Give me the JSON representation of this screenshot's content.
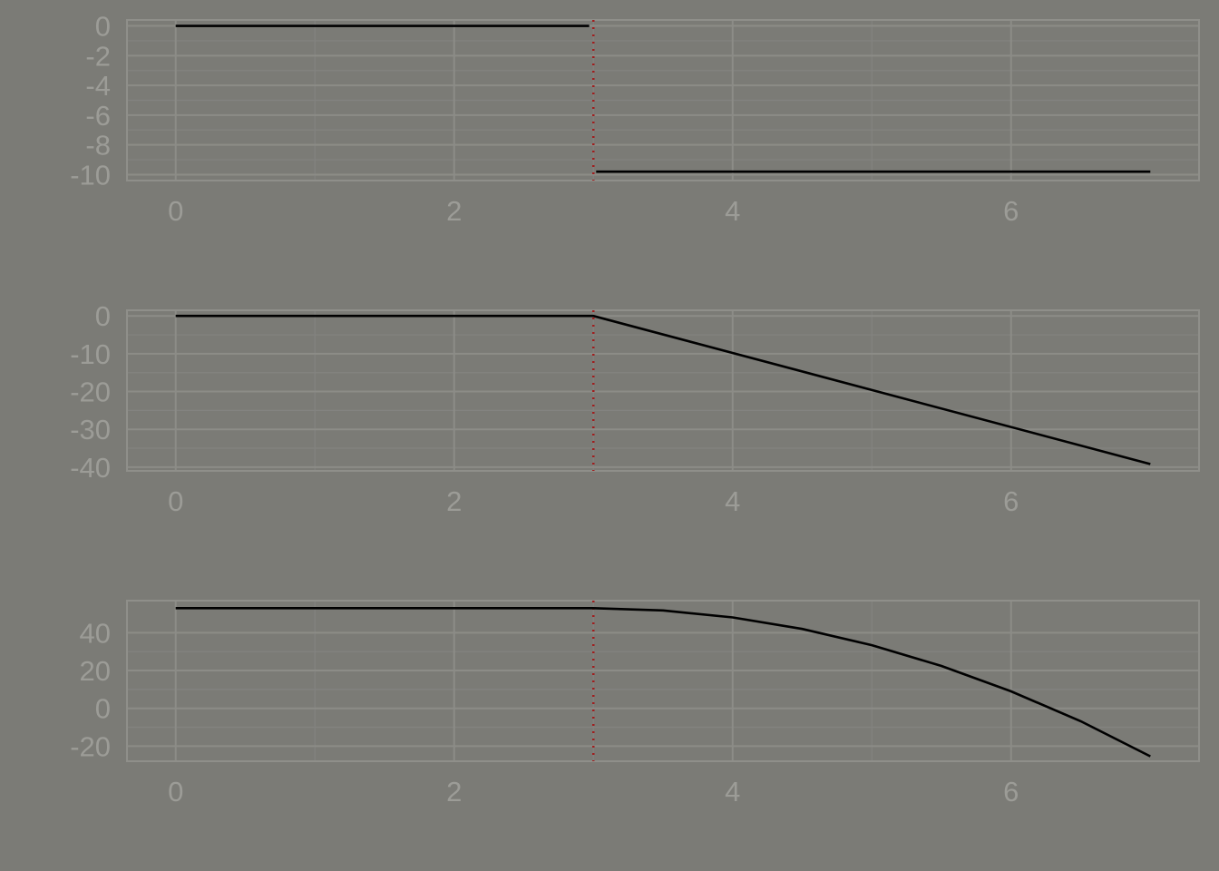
{
  "chart_data": [
    {
      "type": "line",
      "title": "",
      "xlabel": "",
      "ylabel": "",
      "xlim": [
        -0.35,
        7.35
      ],
      "ylim": [
        -10.4,
        0.4
      ],
      "x_ticks": [
        0,
        2,
        4,
        6
      ],
      "y_ticks": [
        0,
        -2,
        -4,
        -6,
        -8,
        -10
      ],
      "vline": 3,
      "series": [
        {
          "segments": [
            {
              "x": [
                0,
                2.97
              ],
              "y": [
                0,
                0
              ]
            },
            {
              "x": [
                3.02,
                7
              ],
              "y": [
                -9.8,
                -9.8
              ]
            }
          ]
        }
      ]
    },
    {
      "type": "line",
      "title": "",
      "xlabel": "",
      "ylabel": "",
      "xlim": [
        -0.35,
        7.35
      ],
      "ylim": [
        -41,
        1.5
      ],
      "x_ticks": [
        0,
        2,
        4,
        6
      ],
      "y_ticks": [
        0,
        -10,
        -20,
        -30,
        -40
      ],
      "vline": 3,
      "series": [
        {
          "segments": [
            {
              "x": [
                0,
                3,
                7
              ],
              "y": [
                0,
                0,
                -39.2
              ]
            }
          ]
        }
      ]
    },
    {
      "type": "line",
      "title": "",
      "xlabel": "",
      "ylabel": "",
      "xlim": [
        -0.35,
        7.35
      ],
      "ylim": [
        -28,
        57
      ],
      "x_ticks": [
        0,
        2,
        4,
        6
      ],
      "y_ticks": [
        40,
        20,
        0,
        -20
      ],
      "vline": 3,
      "series": [
        {
          "segments": [
            {
              "x": [
                0,
                3,
                3.5,
                4,
                4.5,
                5,
                5.5,
                6,
                6.5,
                7
              ],
              "y": [
                53,
                53,
                51.8,
                48.1,
                42.0,
                33.4,
                22.4,
                9.0,
                -6.8,
                -25.4
              ]
            }
          ]
        }
      ]
    }
  ]
}
